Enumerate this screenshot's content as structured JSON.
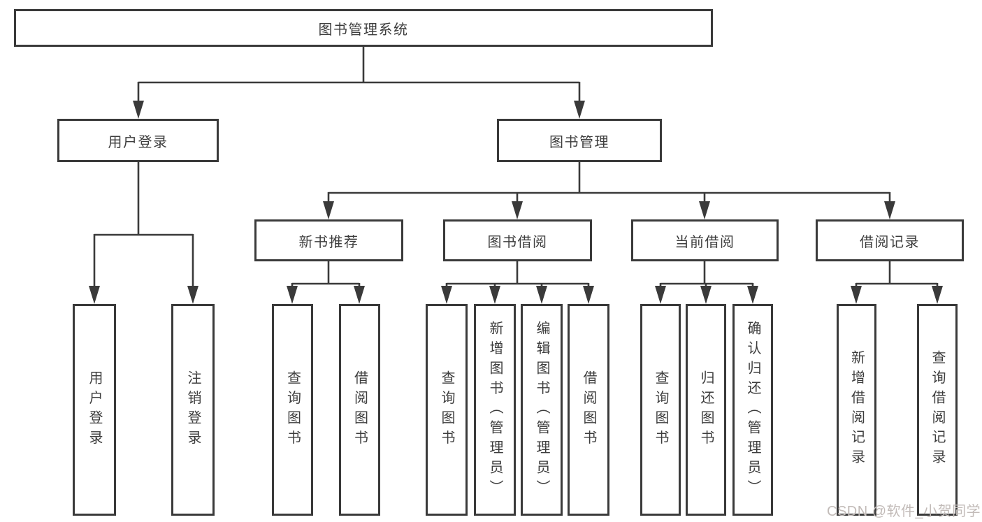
{
  "colors": {
    "line": "#3a3a3a",
    "text": "#3d3d3d",
    "background": "#ffffff",
    "watermark": "#c2bbb8"
  },
  "watermark": {
    "text": "CSDN @软件_小贺同学"
  },
  "tree": {
    "root": {
      "label": "图书管理系统"
    },
    "children": [
      {
        "label": "用户登录",
        "children": [
          {
            "label": "用户登录"
          },
          {
            "label": "注销登录"
          }
        ]
      },
      {
        "label": "图书管理",
        "children": [
          {
            "label": "新书推荐",
            "children": [
              {
                "label": "查询图书"
              },
              {
                "label": "借阅图书"
              }
            ]
          },
          {
            "label": "图书借阅",
            "children": [
              {
                "label": "查询图书"
              },
              {
                "label": "新增图书（管理员）"
              },
              {
                "label": "编辑图书（管理员）"
              },
              {
                "label": "借阅图书"
              }
            ]
          },
          {
            "label": "当前借阅",
            "children": [
              {
                "label": "查询图书"
              },
              {
                "label": "归还图书"
              },
              {
                "label": "确认归还（管理员）"
              }
            ]
          },
          {
            "label": "借阅记录",
            "children": [
              {
                "label": "新增借阅记录"
              },
              {
                "label": "查询借阅记录"
              }
            ]
          }
        ]
      }
    ]
  }
}
